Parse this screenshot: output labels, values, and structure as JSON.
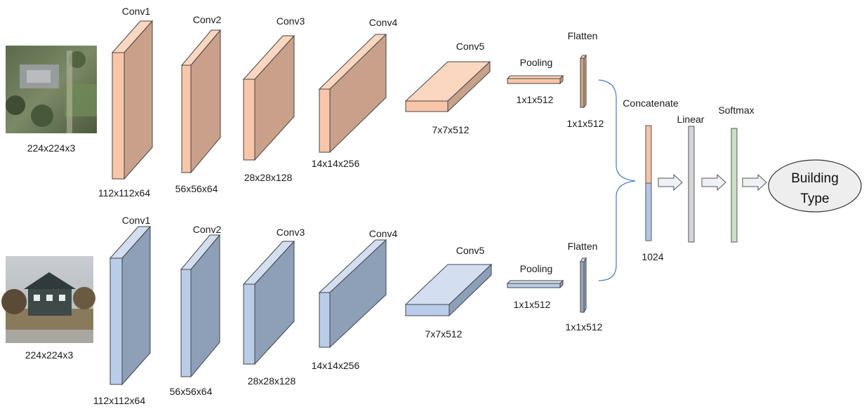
{
  "colors": {
    "top_front": "#f9c6a9",
    "top_side": "#c9a18a",
    "top_edge": "#fbd6c0",
    "bottom_front": "#b9cdea",
    "bottom_side": "#8e9fb8",
    "bottom_edge": "#d3dff1",
    "concat_top": "#f5c3a5",
    "concat_bottom": "#b4c7e4",
    "linear": "#d4d6dc",
    "softmax": "#c6e2c2",
    "brace": "#4a78c2",
    "arrow_fill": "#eef1f5",
    "output_fill": "#eeeeee"
  },
  "top_branch": {
    "input_image": "aerial-satellite-image",
    "input_size": "224x224x3",
    "conv1": {
      "title": "Conv1",
      "size": "112x112x64"
    },
    "conv2": {
      "title": "Conv2",
      "size": "56x56x64"
    },
    "conv3": {
      "title": "Conv3",
      "size": "28x28x128"
    },
    "conv4": {
      "title": "Conv4",
      "size": "14x14x256"
    },
    "conv5": {
      "title": "Conv5",
      "size": "7x7x512"
    },
    "pooling": {
      "title": "Pooling",
      "size": "1x1x512"
    },
    "flatten": {
      "title": "Flatten",
      "size": "1x1x512"
    }
  },
  "bottom_branch": {
    "input_image": "street-view-house-image",
    "input_size": "224x224x3",
    "conv1": {
      "title": "Conv1",
      "size": "112x112x64"
    },
    "conv2": {
      "title": "Conv2",
      "size": "56x56x64"
    },
    "conv3": {
      "title": "Conv3",
      "size": "28x28x128"
    },
    "conv4": {
      "title": "Conv4",
      "size": "14x14x256"
    },
    "conv5": {
      "title": "Conv5",
      "size": "7x7x512"
    },
    "pooling": {
      "title": "Pooling",
      "size": "1x1x512"
    },
    "flatten": {
      "title": "Flatten",
      "size": "1x1x512"
    }
  },
  "head": {
    "concatenate": {
      "title": "Concatenate",
      "size": "1024"
    },
    "linear": {
      "title": "Linear"
    },
    "softmax": {
      "title": "Softmax"
    },
    "output": {
      "line1": "Building",
      "line2": "Type"
    }
  }
}
